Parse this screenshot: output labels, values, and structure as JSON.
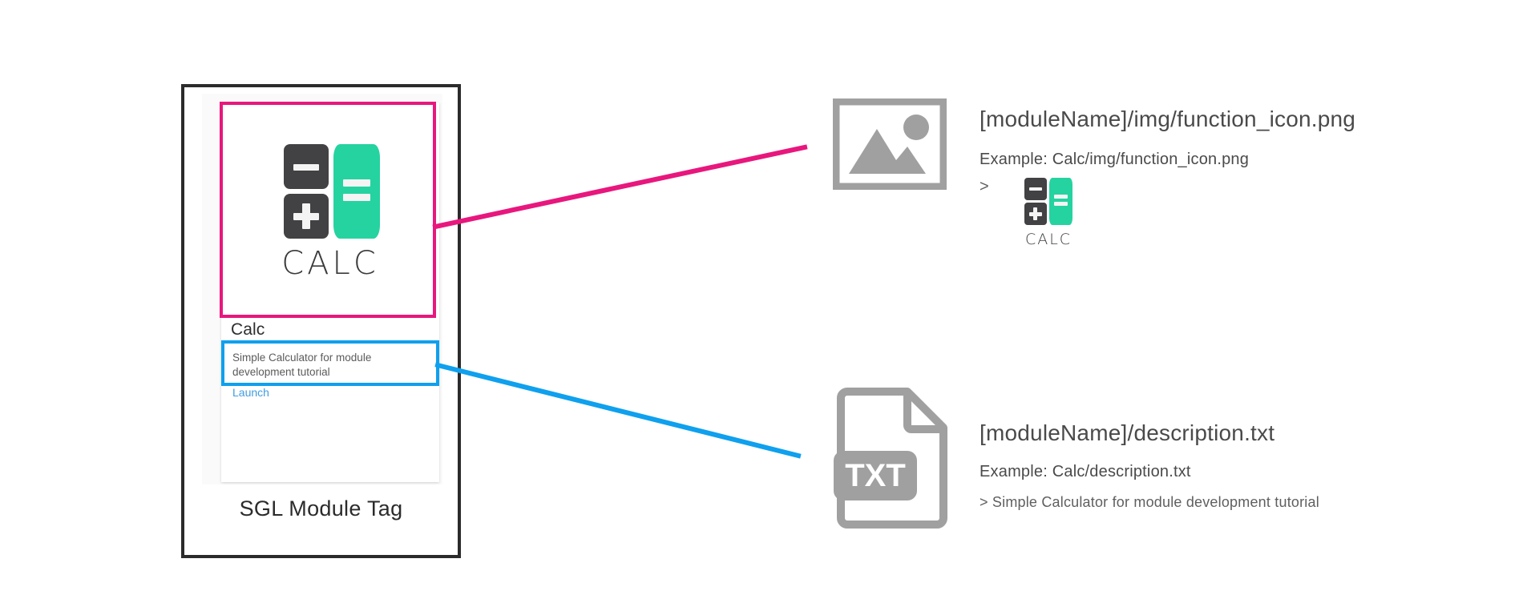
{
  "diagram": {
    "left_panel": {
      "caption": "SGL Module Tag",
      "card": {
        "title": "Calc",
        "description": "Simple Calculator for module development tutorial",
        "launch_label": "Launch",
        "logo_wordmark": "CALC"
      },
      "highlights": {
        "icon_box_color": "#e8177d",
        "description_box_color": "#0fa0ee"
      }
    },
    "rows": [
      {
        "id": "function-icon",
        "icon": "image-placeholder-icon",
        "title": "[moduleName]/img/function_icon.png",
        "example": "Example: Calc/img/function_icon.png",
        "preview_chevron": ">",
        "preview_kind": "calc-logo",
        "preview_wordmark": "CALC",
        "connector_color": "#e8177d"
      },
      {
        "id": "description-txt",
        "icon": "txt-file-icon",
        "icon_label": "TXT",
        "title": "[moduleName]/description.txt",
        "example": "Example: Calc/description.txt",
        "preview_text": "> Simple Calculator for module development tutorial",
        "connector_color": "#0fa0ee"
      }
    ],
    "colors": {
      "frame": "#2b2b2b",
      "magenta": "#e8177d",
      "blue": "#0fa0ee",
      "icon_gray": "#a0a0a0",
      "calc_dark": "#424143",
      "calc_green": "#25d3a0",
      "link_blue": "#3f9de0"
    }
  }
}
